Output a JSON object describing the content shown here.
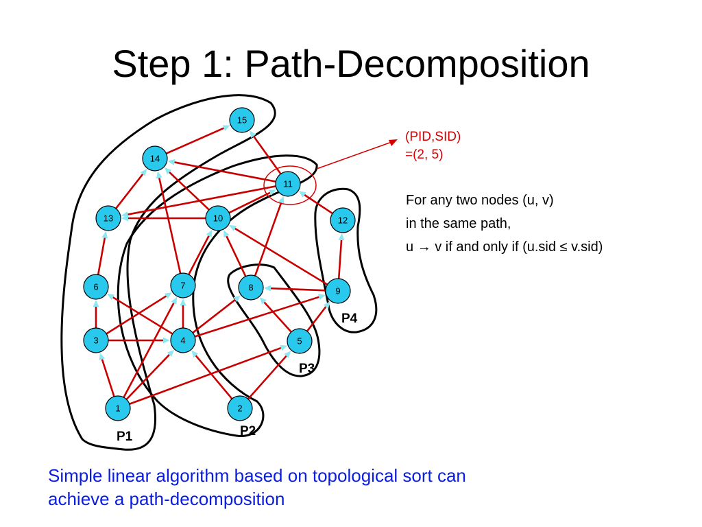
{
  "slide": {
    "title": "Step 1: Path-Decomposition",
    "annotation": {
      "line1": "(PID,SID)",
      "line2": "=(2, 5)"
    },
    "rule": {
      "line1": "For any two nodes (u, v)",
      "line2": "in the same path,",
      "line3_pre": "u",
      "line3_arrow": "→",
      "line3_mid": " v  if and only if  (u.sid ",
      "line3_leq": "≤",
      "line3_post": " v.sid)"
    },
    "footer": {
      "line1": "Simple linear algorithm based on topological sort can",
      "line2": "achieve a path-decomposition"
    }
  },
  "colors": {
    "node_fill": "#29c9ee",
    "edge": "#c80000",
    "arrowhead": "#8ee8f2",
    "annotation": "#d40000",
    "footer": "#0a1ee0"
  },
  "graph": {
    "nodes": [
      "1",
      "2",
      "3",
      "4",
      "5",
      "6",
      "7",
      "8",
      "9",
      "10",
      "11",
      "12",
      "13",
      "14",
      "15"
    ],
    "edges": [
      [
        "1",
        "3"
      ],
      [
        "1",
        "7"
      ],
      [
        "1",
        "4"
      ],
      [
        "1",
        "5"
      ],
      [
        "2",
        "4"
      ],
      [
        "2",
        "5"
      ],
      [
        "3",
        "6"
      ],
      [
        "3",
        "4"
      ],
      [
        "3",
        "7"
      ],
      [
        "4",
        "6"
      ],
      [
        "4",
        "7"
      ],
      [
        "4",
        "8"
      ],
      [
        "4",
        "9"
      ],
      [
        "5",
        "8"
      ],
      [
        "5",
        "9"
      ],
      [
        "6",
        "13"
      ],
      [
        "7",
        "10"
      ],
      [
        "7",
        "14"
      ],
      [
        "8",
        "10"
      ],
      [
        "8",
        "11"
      ],
      [
        "9",
        "8"
      ],
      [
        "9",
        "10"
      ],
      [
        "9",
        "12"
      ],
      [
        "10",
        "13"
      ],
      [
        "10",
        "14"
      ],
      [
        "10",
        "11"
      ],
      [
        "11",
        "13"
      ],
      [
        "11",
        "14"
      ],
      [
        "11",
        "15"
      ],
      [
        "12",
        "11"
      ],
      [
        "13",
        "14"
      ],
      [
        "14",
        "15"
      ]
    ],
    "paths": [
      "P1",
      "P2",
      "P3",
      "P4"
    ]
  }
}
